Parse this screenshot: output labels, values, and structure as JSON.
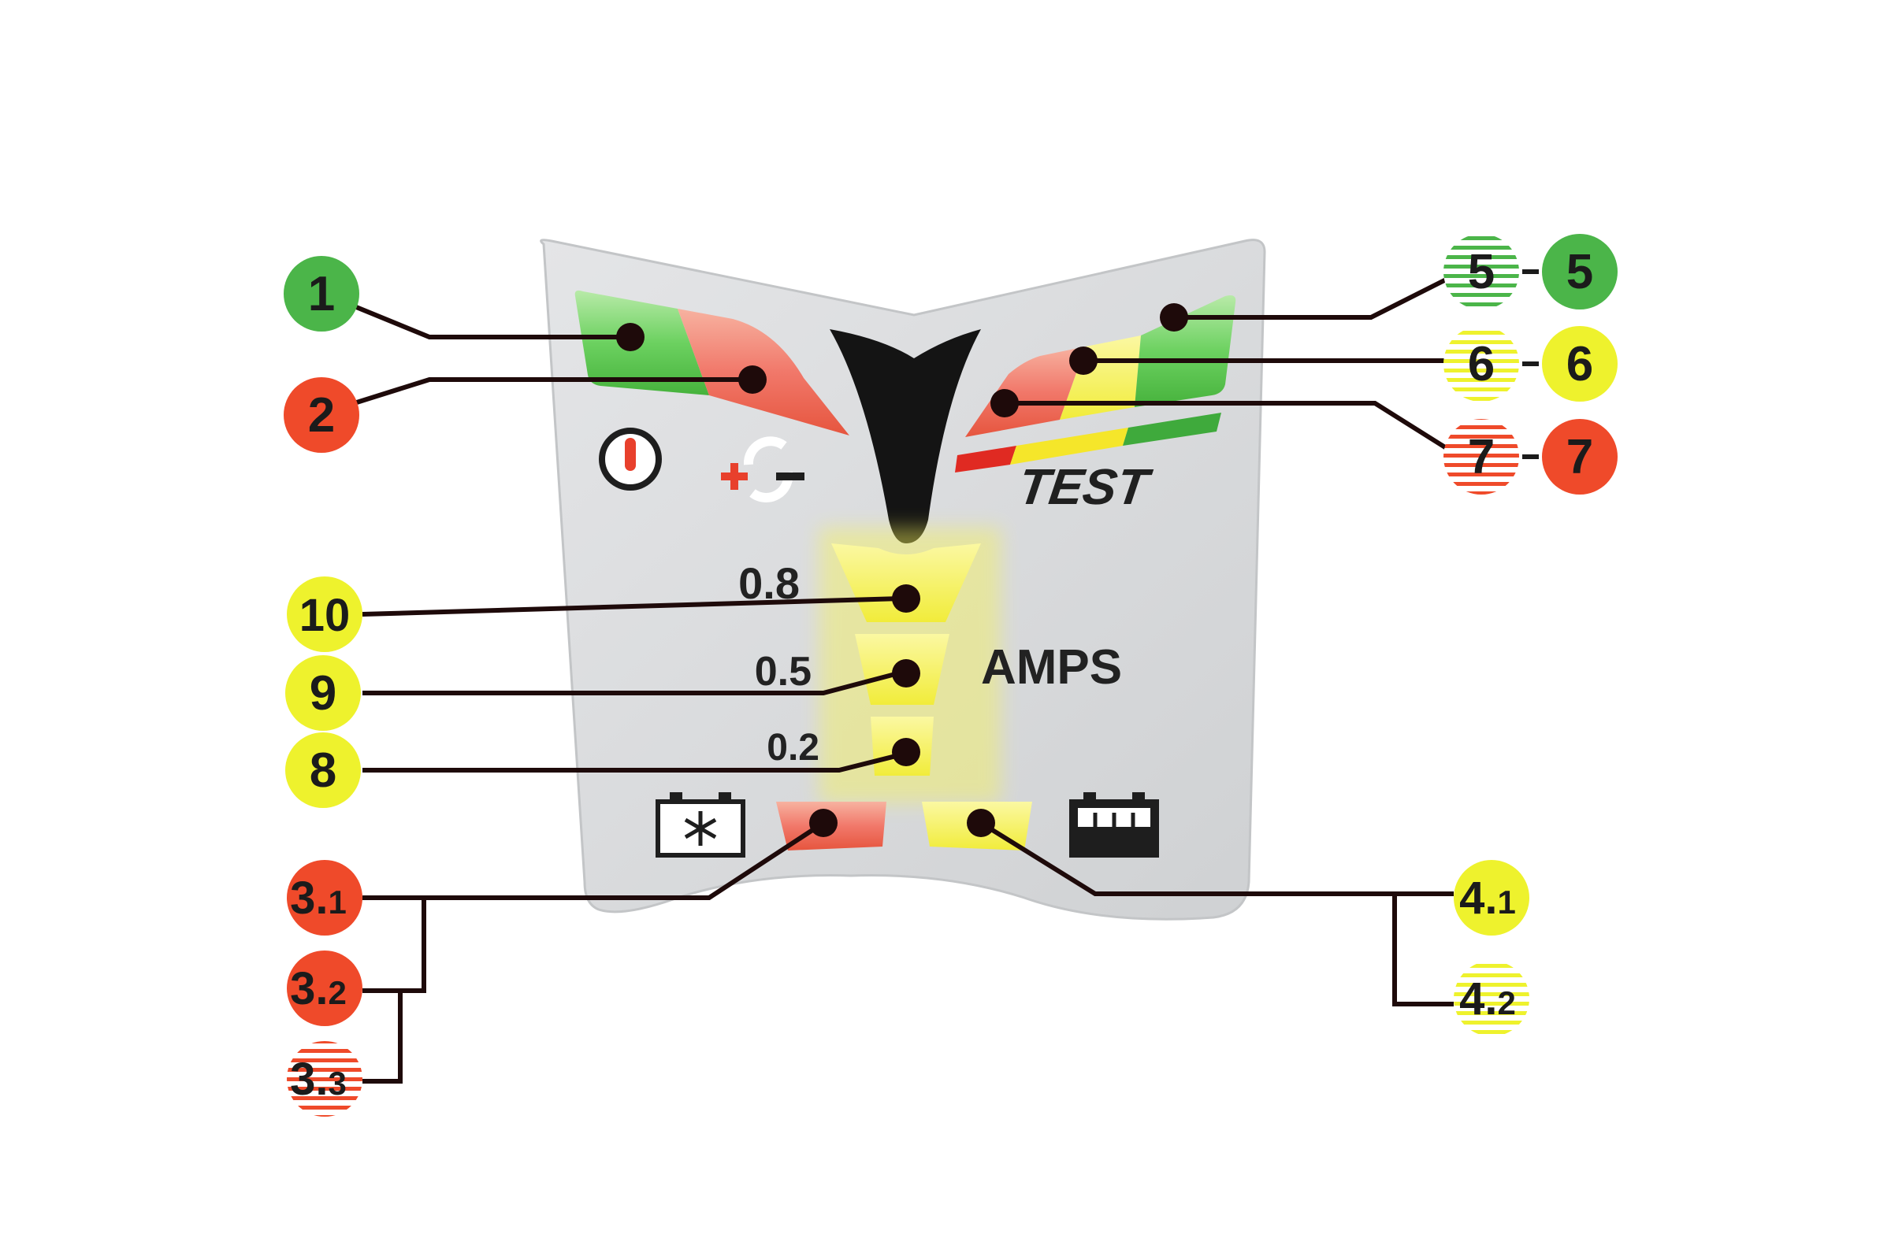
{
  "colors": {
    "green": "#4bb549",
    "red": "#ef4a2a",
    "yellow": "#eef22d",
    "yellow_glow": "#f6f35a",
    "panel": "#d9dbdd",
    "dark": "#1b1b1b",
    "line": "#1e0a0a"
  },
  "panel": {
    "amp_values": [
      "0.8",
      "0.5",
      "0.2"
    ],
    "amps_label": "AMPS",
    "test_label": "TEST",
    "icons": {
      "power": "power-icon",
      "polarity": "reverse-polarity-icon",
      "cold": "battery-snowflake-icon",
      "recond": "battery-recondition-icon"
    }
  },
  "callouts": {
    "c1": {
      "label": "1",
      "color": "green",
      "style": "solid"
    },
    "c2": {
      "label": "2",
      "color": "red",
      "style": "solid"
    },
    "c3_1": {
      "label": "3.",
      "sub": "1",
      "color": "red",
      "style": "solid"
    },
    "c3_2": {
      "label": "3.",
      "sub": "2",
      "color": "red",
      "style": "solid"
    },
    "c3_3": {
      "label": "3.",
      "sub": "3",
      "color": "red",
      "style": "striped"
    },
    "c4_1": {
      "label": "4.",
      "sub": "1",
      "color": "yellow",
      "style": "solid"
    },
    "c4_2": {
      "label": "4.",
      "sub": "2",
      "color": "yellow",
      "style": "striped"
    },
    "c5a": {
      "label": "5",
      "color": "green",
      "style": "striped"
    },
    "c5b": {
      "label": "5",
      "color": "green",
      "style": "solid"
    },
    "c6a": {
      "label": "6",
      "color": "yellow",
      "style": "striped"
    },
    "c6b": {
      "label": "6",
      "color": "yellow",
      "style": "solid"
    },
    "c7a": {
      "label": "7",
      "color": "red",
      "style": "striped"
    },
    "c7b": {
      "label": "7",
      "color": "red",
      "style": "solid"
    },
    "c8": {
      "label": "8",
      "color": "yellow",
      "style": "solid"
    },
    "c9": {
      "label": "9",
      "color": "yellow",
      "style": "solid"
    },
    "c10": {
      "label": "10",
      "color": "yellow",
      "style": "solid"
    }
  }
}
